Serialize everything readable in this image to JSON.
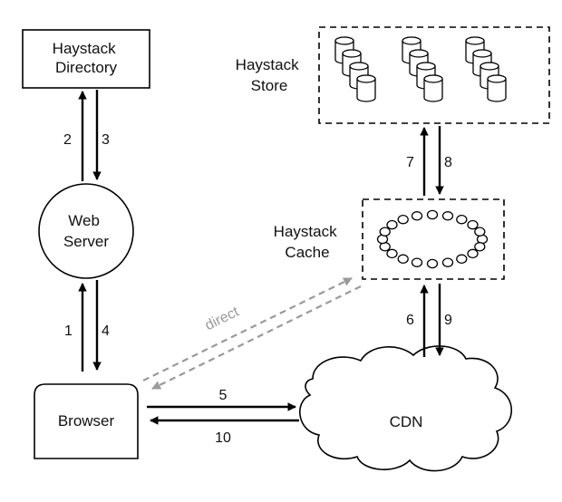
{
  "nodes": {
    "haystack_directory": "Haystack\nDirectory",
    "web_server": "Web\nServer",
    "browser": "Browser",
    "haystack_store": "Haystack\nStore",
    "haystack_cache": "Haystack\nCache",
    "cdn": "CDN"
  },
  "edges": {
    "e1": "1",
    "e2": "2",
    "e3": "3",
    "e4": "4",
    "e5": "5",
    "e6": "6",
    "e7": "7",
    "e8": "8",
    "e9": "9",
    "e10": "10",
    "direct": "direct"
  },
  "colors": {
    "line": "#000000",
    "direct": "#9a9a9a",
    "background": "#ffffff"
  }
}
